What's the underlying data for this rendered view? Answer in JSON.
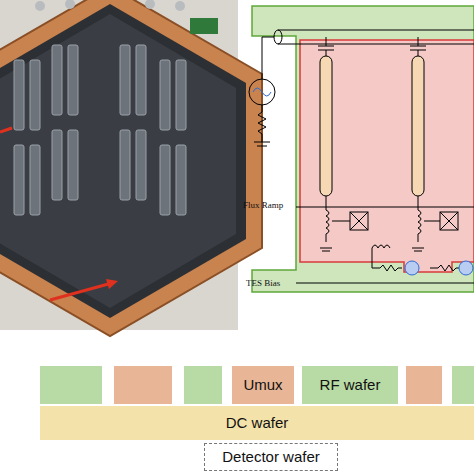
{
  "diagram": {
    "nodes": [
      {
        "text": [
          "Umux"
        ]
      },
      {
        "text": [
          "RF wafer"
        ]
      },
      {
        "text": [
          "DC wafer"
        ]
      },
      {
        "text": [
          "Detector wafer"
        ]
      }
    ],
    "labels": [
      "Flux Ramp",
      "TES Bias"
    ]
  }
}
